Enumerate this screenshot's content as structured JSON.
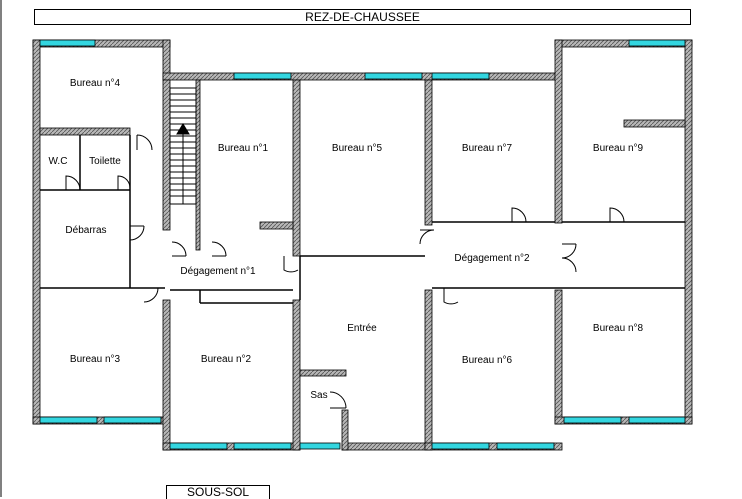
{
  "plan": {
    "level_title": "REZ-DE-CHAUSSEE",
    "lower_level_title": "SOUS-SOL"
  },
  "rooms": {
    "bureau4": "Bureau n°4",
    "wc": "W.C",
    "toilette": "Toilette",
    "debarras": "Débarras",
    "bureau3": "Bureau n°3",
    "bureau2": "Bureau n°2",
    "bureau1": "Bureau n°1",
    "degagement1": "Dégagement n°1",
    "bureau5": "Bureau n°5",
    "entree": "Entrée",
    "sas": "Sas",
    "bureau7": "Bureau n°7",
    "degagement2": "Dégagement n°2",
    "bureau6": "Bureau n°6",
    "bureau9": "Bureau n°9",
    "bureau8": "Bureau n°8"
  },
  "colors": {
    "wall": "#8a8a8a",
    "window": "#33d6e0",
    "line": "#000000"
  }
}
